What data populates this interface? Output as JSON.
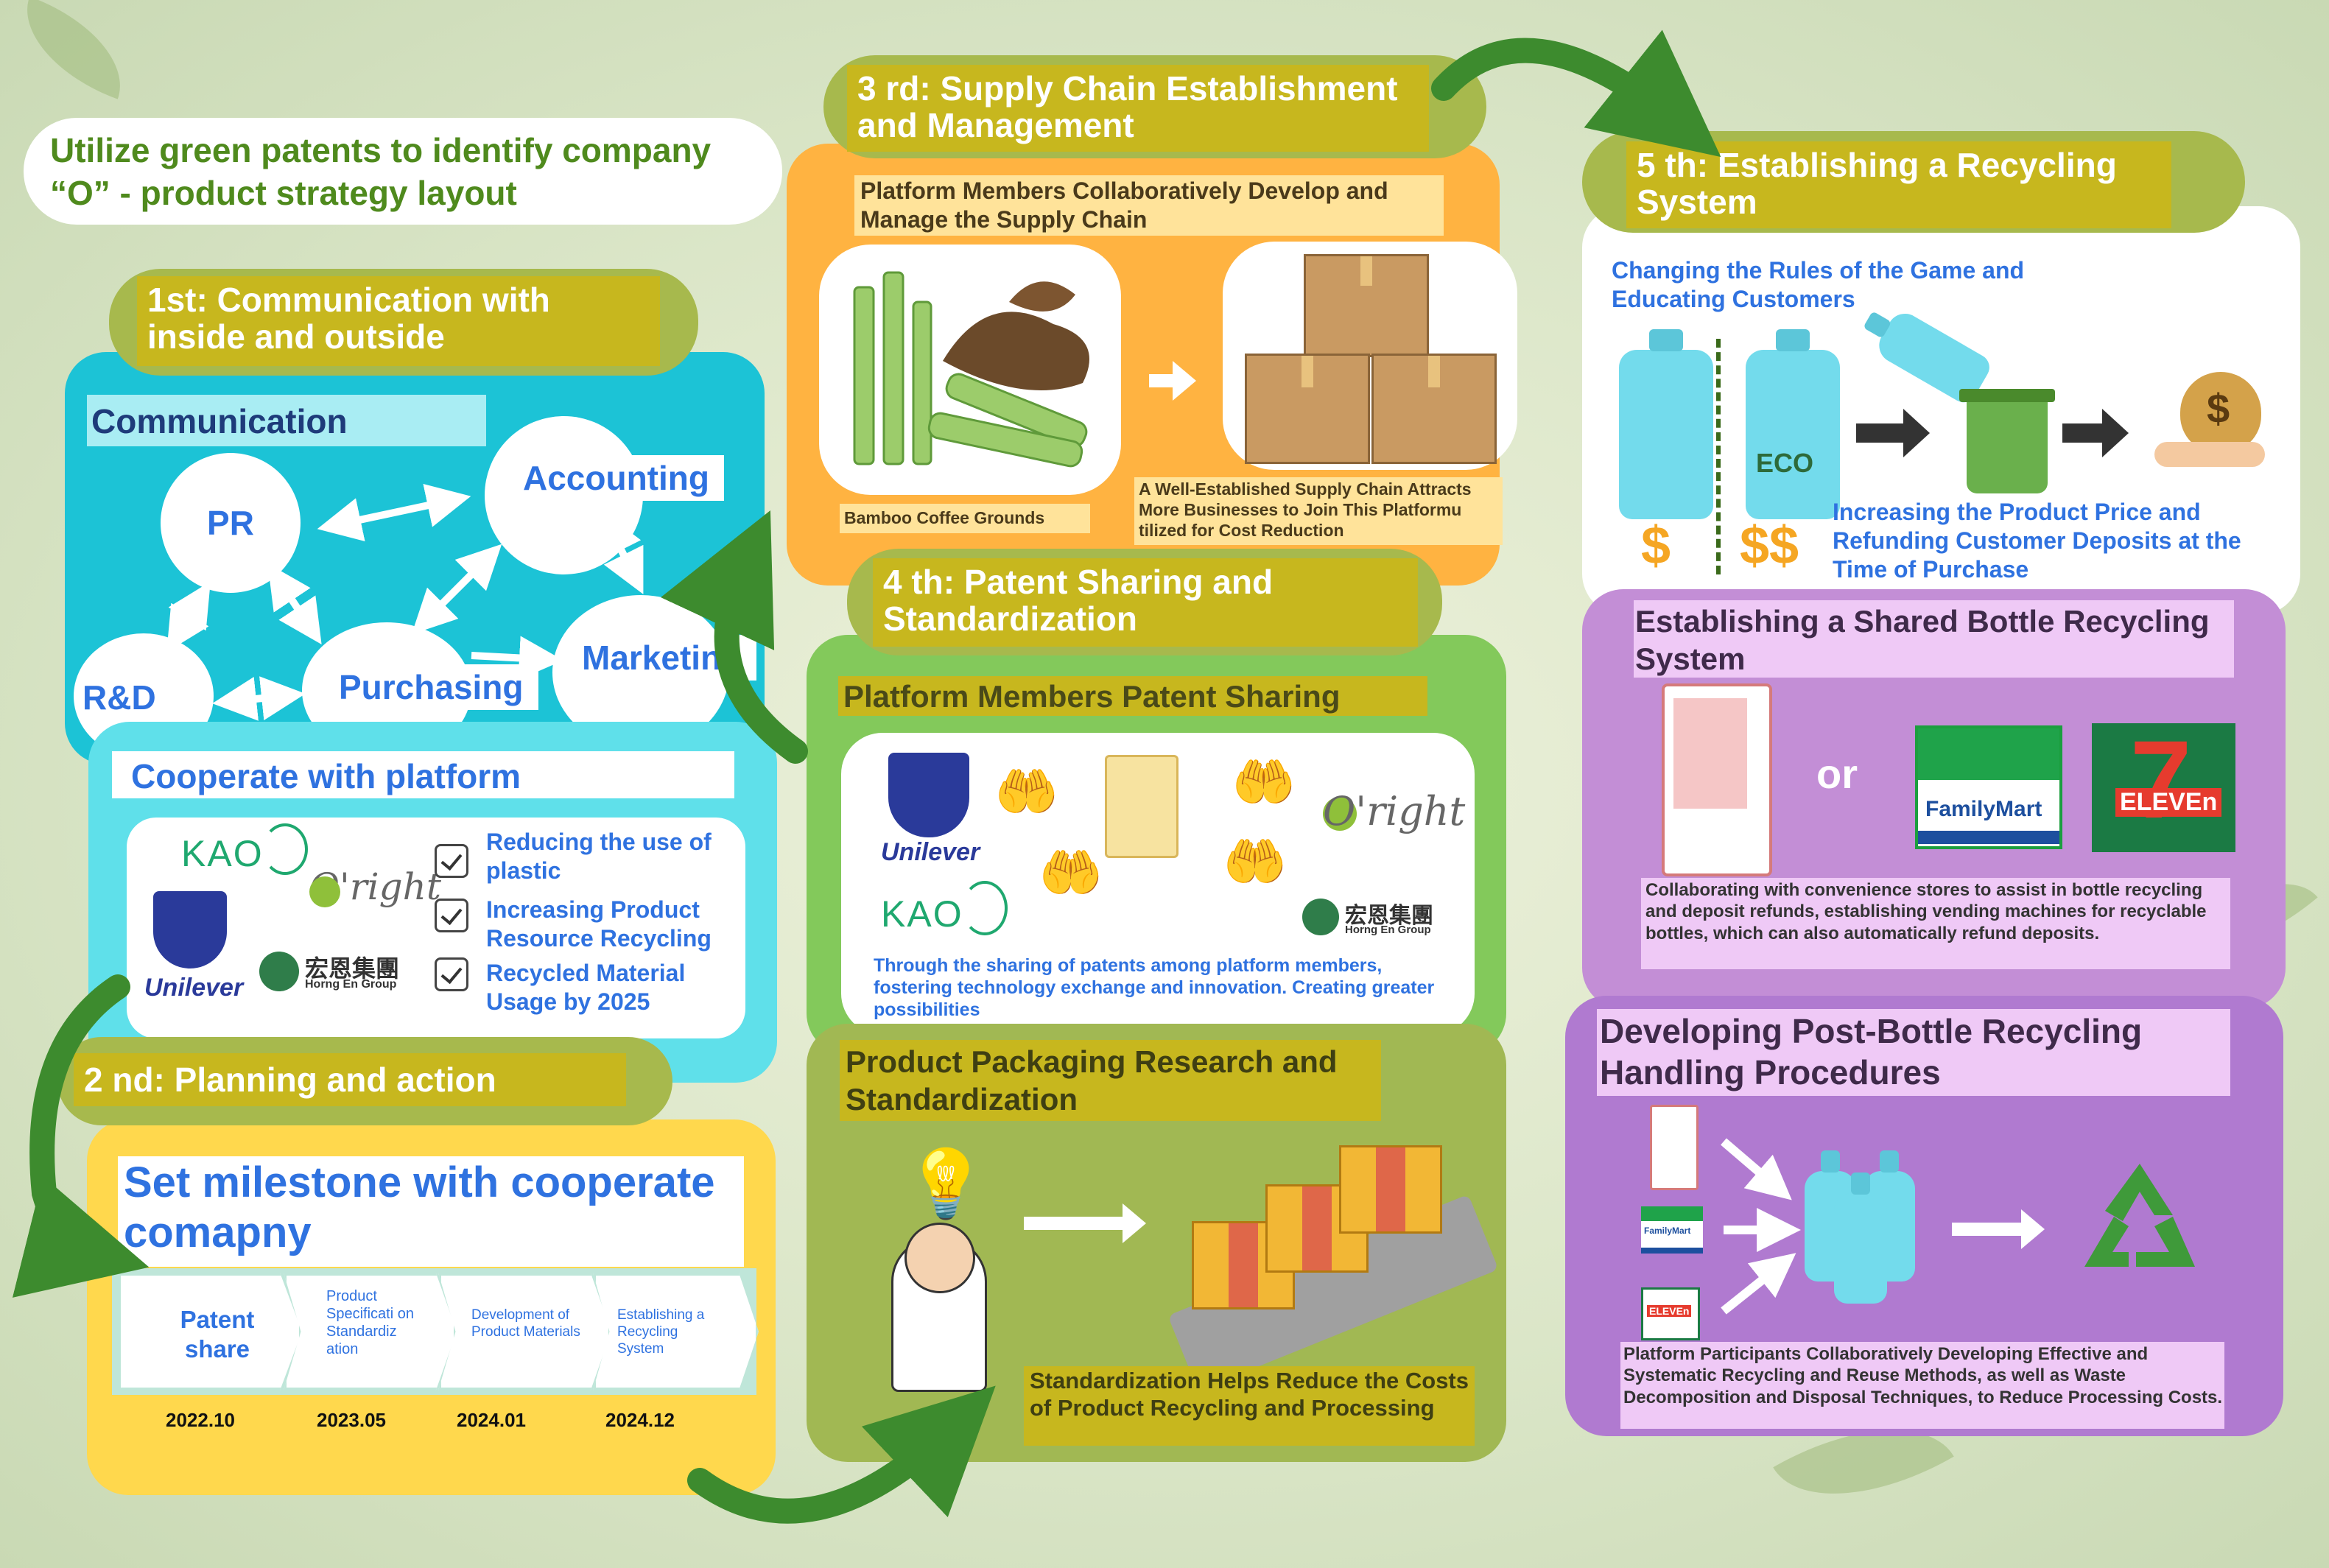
{
  "title": "Utilize green patents to identify company “O” - product strategy layout",
  "step1": {
    "header": "1st: Communication with inside and outside",
    "communication_label": "Communication",
    "departments": {
      "pr": "PR",
      "accounting": "Accounting",
      "rd": "R&D",
      "purchasing": "Purchasing",
      "marketing": "Marketing"
    },
    "cooperate_label": "Cooperate with platform",
    "partners": {
      "kao": "KAO",
      "oright": "O'right",
      "unilever": "Unilever",
      "horngen": "宏恩集團",
      "horngen_sub": "Horng En Group"
    },
    "goals": [
      "Reducing the use of plastic",
      "Increasing Product Resource Recycling",
      "Recycled Material Usage by 2025"
    ]
  },
  "step2": {
    "header": "2 nd: Planning and action",
    "milestone_title": "Set milestone with cooperate comapny",
    "milestones": [
      {
        "label": "Patent share",
        "date": "2022.10"
      },
      {
        "label": "Product Specificati on Standardiz ation",
        "date": "2023.05"
      },
      {
        "label": "Development of Product Materials",
        "date": "2024.01"
      },
      {
        "label": "Establishing a Recycling System",
        "date": "2024.12"
      }
    ]
  },
  "step3": {
    "header": "3 rd: Supply Chain Establishment and Management",
    "subtitle": "Platform Members Collaboratively Develop and Manage the Supply Chain",
    "caption_left": "Bamboo Coffee Grounds",
    "caption_right": "A Well-Established Supply Chain Attracts More Businesses to Join This Platformu tilized for Cost Reduction"
  },
  "step4": {
    "header": "4 th: Patent Sharing and Standardization",
    "subtitle": "Platform Members Patent Sharing",
    "caption": "Through the sharing of patents among platform members, fostering technology exchange and innovation. Creating greater possibilities",
    "packaging_title": "Product Packaging Research and Standardization",
    "packaging_caption": "Standardization Helps Reduce the Costs of Product Recycling and Processing"
  },
  "step5": {
    "header": "5 th: Establishing a Recycling System",
    "rules_title": "Changing the Rules of the Game and Educating Customers",
    "eco_label": "ECO",
    "dollar_one": "$",
    "dollar_two": "$$",
    "money_bag": "$",
    "price_caption": "Increasing the Product Price and Refunding Customer Deposits at the Time of Purchase",
    "shared_title": "Establishing a Shared Bottle Recycling System",
    "or_label": "or",
    "familymart": "FamilyMart",
    "seven_eleven_seven": "7",
    "seven_eleven_text": "ELEVEn",
    "shared_caption": "Collaborating with convenience stores to assist in bottle recycling and deposit refunds, establishing vending machines for recyclable bottles, which can also automatically refund deposits.",
    "post_title": "Developing Post-Bottle Recycling Handling Procedures",
    "post_familymart": "FamilyMart",
    "post_eleven": "ELEVEn",
    "post_caption": "Platform Participants Collaboratively Developing Effective and Systematic Recycling and Reuse Methods, as well as Waste Decomposition and Disposal Techniques, to Reduce Processing Costs."
  },
  "colors": {
    "cyan": "#1cc3d6",
    "light_cyan": "#5fe0ea",
    "orange": "#ffb341",
    "green": "#83c95b",
    "olive": "#a1b853",
    "yellow": "#ffd84d",
    "purple": "#c38ed6",
    "gold_band": "#c7b71e",
    "blue_text": "#2f72e0",
    "title_green": "#4f8a1d"
  }
}
